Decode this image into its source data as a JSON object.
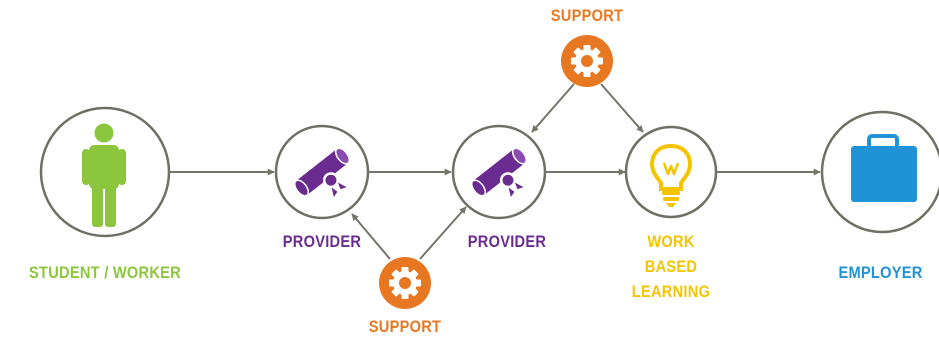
{
  "colors": {
    "student": "#8cc63f",
    "provider": "#6b2c91",
    "support": "#e87722",
    "work": "#f5c400",
    "employer": "#1f93d6",
    "ring": "#6f6f63",
    "arrow": "#75756a"
  },
  "icons": {
    "student": "person-icon",
    "provider": "diploma-icon",
    "support": "gear-icon",
    "work": "lightbulb-icon",
    "employer": "briefcase-icon"
  },
  "labels": {
    "student": "STUDENT / WORKER",
    "provider_1": "PROVIDER",
    "provider_2": "PROVIDER",
    "support_top": "SUPPORT",
    "support_bottom": "SUPPORT",
    "work_line1": "WORK",
    "work_line2": "BASED",
    "work_line3": "LEARNING",
    "employer": "EMPLOYER"
  }
}
